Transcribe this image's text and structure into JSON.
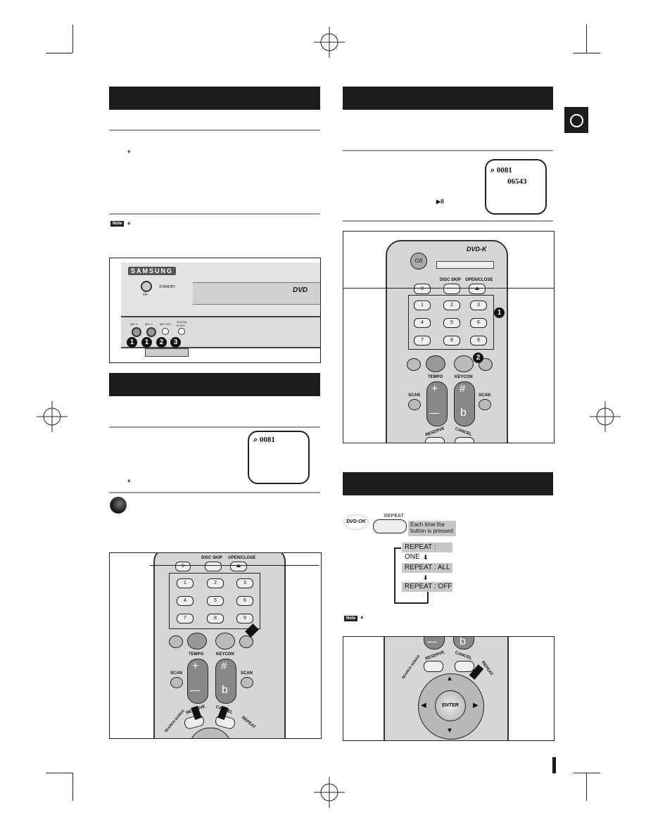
{
  "tv_screens": {
    "top": {
      "track": "0081",
      "value": "06543"
    },
    "bottom": {
      "track": "0081"
    }
  },
  "labels": {
    "note": "Note",
    "play_pause_symbol": "▶II"
  },
  "front_panel": {
    "brand": "SAMSUNG",
    "power": "On",
    "standby": "STANDBY",
    "dvd_logo": "DVD",
    "jacks": [
      "MIC 1",
      "MIC 2",
      "MIC VOL",
      "DIGITAL ECHO"
    ],
    "callouts": [
      "1",
      "1",
      "2",
      "3"
    ]
  },
  "remote": {
    "logo": "DVD-K",
    "power_symbol": "⏻/I",
    "top_keys": [
      "0",
      "DISC SKIP",
      "OPEN/CLOSE"
    ],
    "number_keys": [
      "1",
      "2",
      "3",
      "4",
      "5",
      "6",
      "7",
      "8",
      "9"
    ],
    "labels": {
      "tempo": "TEMPO",
      "keycon": "KEYCON",
      "scan": "SCAN",
      "reserve": "RESERVE",
      "cancel": "CANCEL",
      "repeat": "REPEAT",
      "search_songs": "SEARCH SONGS",
      "enter": "ENTER"
    },
    "tempo_symbols": [
      "+",
      "—"
    ],
    "keycon_symbols": [
      "#",
      "b"
    ],
    "callouts": [
      "1",
      "2"
    ]
  },
  "repeat_section": {
    "disc_badge": "DVD-OK",
    "button_label": "REPEAT",
    "caption_line1": "Each time the",
    "caption_line2": "button is pressed",
    "modes": [
      "REPEAT : ONE",
      "REPEAT : ALL",
      "REPEAT : OFF"
    ]
  }
}
